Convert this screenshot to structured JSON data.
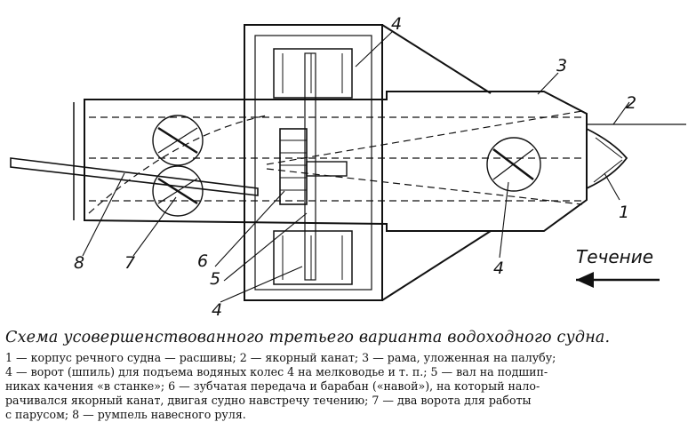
{
  "diagram": {
    "labels": [
      {
        "id": "1",
        "text": "1"
      },
      {
        "id": "2",
        "text": "2"
      },
      {
        "id": "3",
        "text": "3"
      },
      {
        "id": "4-top",
        "text": "4"
      },
      {
        "id": "4-right",
        "text": "4"
      },
      {
        "id": "4-bottom",
        "text": "4"
      },
      {
        "id": "5",
        "text": "5"
      },
      {
        "id": "6",
        "text": "6"
      },
      {
        "id": "7",
        "text": "7"
      },
      {
        "id": "8",
        "text": "8"
      }
    ],
    "current_label": "Течение"
  },
  "caption": {
    "title": "Схема усовершенствованного третьего варианта водоходного судна.",
    "lines": [
      "1 — корпус речного судна — расшивы; 2 — якорный канат; 3 — рама, уложенная на палубу;",
      "4 — ворот (шпиль) для подъема водяных колес 4 на мелководье и т. п.; 5 — вал на подшип-",
      "никах качения «в станке»; 6 — зубчатая передача и барабан («навой»), на который нало-",
      "рачивался якорный канат, двигая судно навстречу течению; 7 — два ворота для работы",
      "с парусом; 8 — румпель навесного руля."
    ]
  }
}
